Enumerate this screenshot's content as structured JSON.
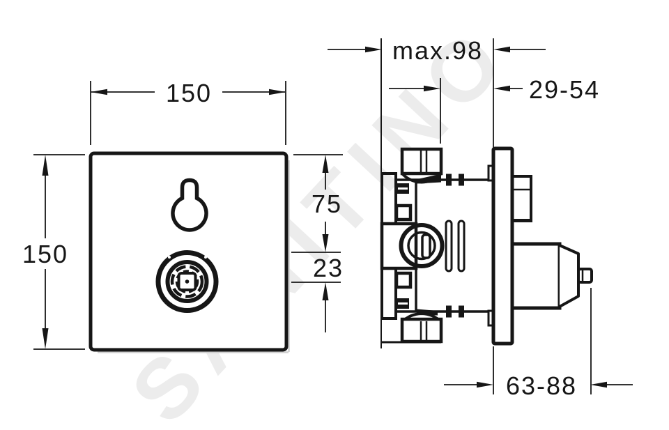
{
  "drawing": {
    "title": "concealed-thermostat-installation-drawing",
    "watermark": {
      "text": "SANITINO"
    },
    "dims": {
      "front_width": "150",
      "front_height": "150",
      "keyhole_to_top": "75",
      "keyhole_to_knob": "23",
      "max_depth": "max.98",
      "upper_range": "29-54",
      "lower_range": "63-88"
    },
    "colors": {
      "line": "#161616",
      "watermark_gray": "#ececec",
      "watermark_accent": "#d7eff4",
      "shadow": "#cfcfcf",
      "background": "#ffffff"
    }
  }
}
